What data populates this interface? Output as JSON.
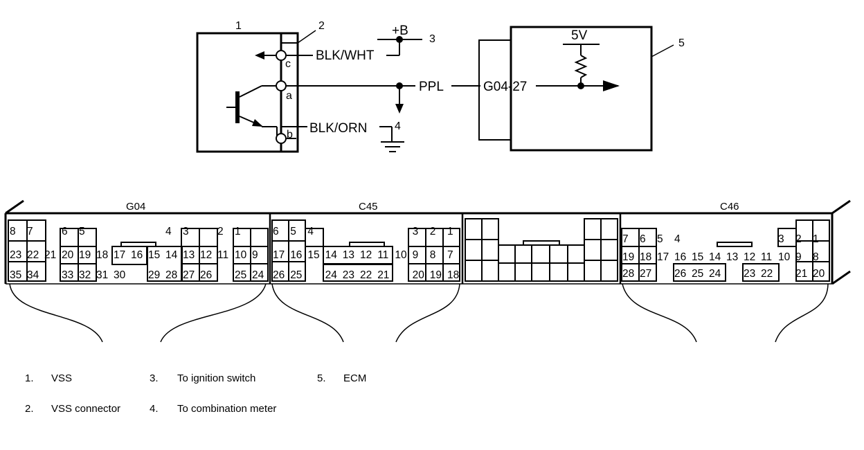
{
  "schematic": {
    "callouts": [
      "1",
      "2",
      "3",
      "4",
      "5"
    ],
    "wire_blk_wht": "BLK/WHT",
    "wire_ppl": "PPL",
    "wire_blk_orn": "BLK/ORN",
    "plus_b": "+B",
    "ecm_terminal": "G04-27",
    "ecm_supply": "5V",
    "sensor_terminals": [
      "c",
      "a",
      "b"
    ]
  },
  "connectors": [
    {
      "name": "G04",
      "rows": [
        [
          "8",
          "7",
          "",
          "6",
          "5",
          "",
          "",
          "",
          "",
          "4",
          "3",
          "",
          "2",
          "1"
        ],
        [
          "23",
          "22",
          "21",
          "20",
          "19",
          "18",
          "17",
          "16",
          "15",
          "14",
          "13",
          "12",
          "11",
          "10",
          "9"
        ],
        [
          "35",
          "34",
          "",
          "33",
          "32",
          "31",
          "30",
          "",
          "29",
          "28",
          "27",
          "26",
          "",
          "25",
          "24"
        ]
      ]
    },
    {
      "name": "C45",
      "rows": [
        [
          "6",
          "5",
          "4",
          "",
          "",
          "",
          "",
          "",
          "3",
          "2",
          "1"
        ],
        [
          "17",
          "16",
          "15",
          "14",
          "13",
          "12",
          "11",
          "10",
          "9",
          "8",
          "7"
        ],
        [
          "26",
          "25",
          "",
          "24",
          "23",
          "22",
          "21",
          "",
          "20",
          "19",
          "18"
        ]
      ]
    },
    {
      "name": "C46",
      "rows": [
        [
          "7",
          "6",
          "5",
          "4",
          "",
          "",
          "",
          "",
          "",
          "3",
          "2",
          "1"
        ],
        [
          "19",
          "18",
          "17",
          "16",
          "15",
          "14",
          "13",
          "12",
          "11",
          "10",
          "9",
          "8"
        ],
        [
          "28",
          "27",
          "",
          "26",
          "25",
          "24",
          "",
          "23",
          "22",
          "",
          "21",
          "20"
        ]
      ]
    }
  ],
  "legend": [
    {
      "num": "1.",
      "text": "VSS"
    },
    {
      "num": "3.",
      "text": "To ignition switch"
    },
    {
      "num": "5.",
      "text": "ECM"
    },
    {
      "num": "2.",
      "text": "VSS connector"
    },
    {
      "num": "4.",
      "text": "To combination meter"
    }
  ]
}
